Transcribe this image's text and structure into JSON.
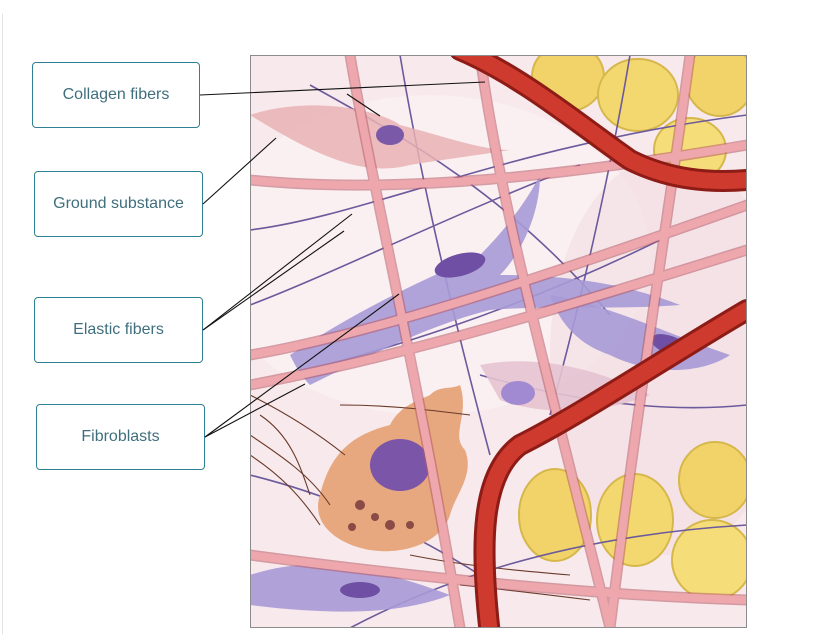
{
  "labels": {
    "collagen": "Collagen fibers",
    "ground": "Ground substance",
    "elastic": "Elastic fibers",
    "fibroblasts": "Fibroblasts"
  },
  "illustration_subject": "loose connective tissue",
  "colors": {
    "box_border": "#2f7f95",
    "label_text": "#3f6f7d",
    "collagen": "#e89aa0",
    "elastic": "#6b5a9c",
    "fibroblast": "#a79ad6",
    "blood_vessel": "#c0392b",
    "adipocyte": "#f1d36a",
    "background": "#f6e7ea"
  }
}
